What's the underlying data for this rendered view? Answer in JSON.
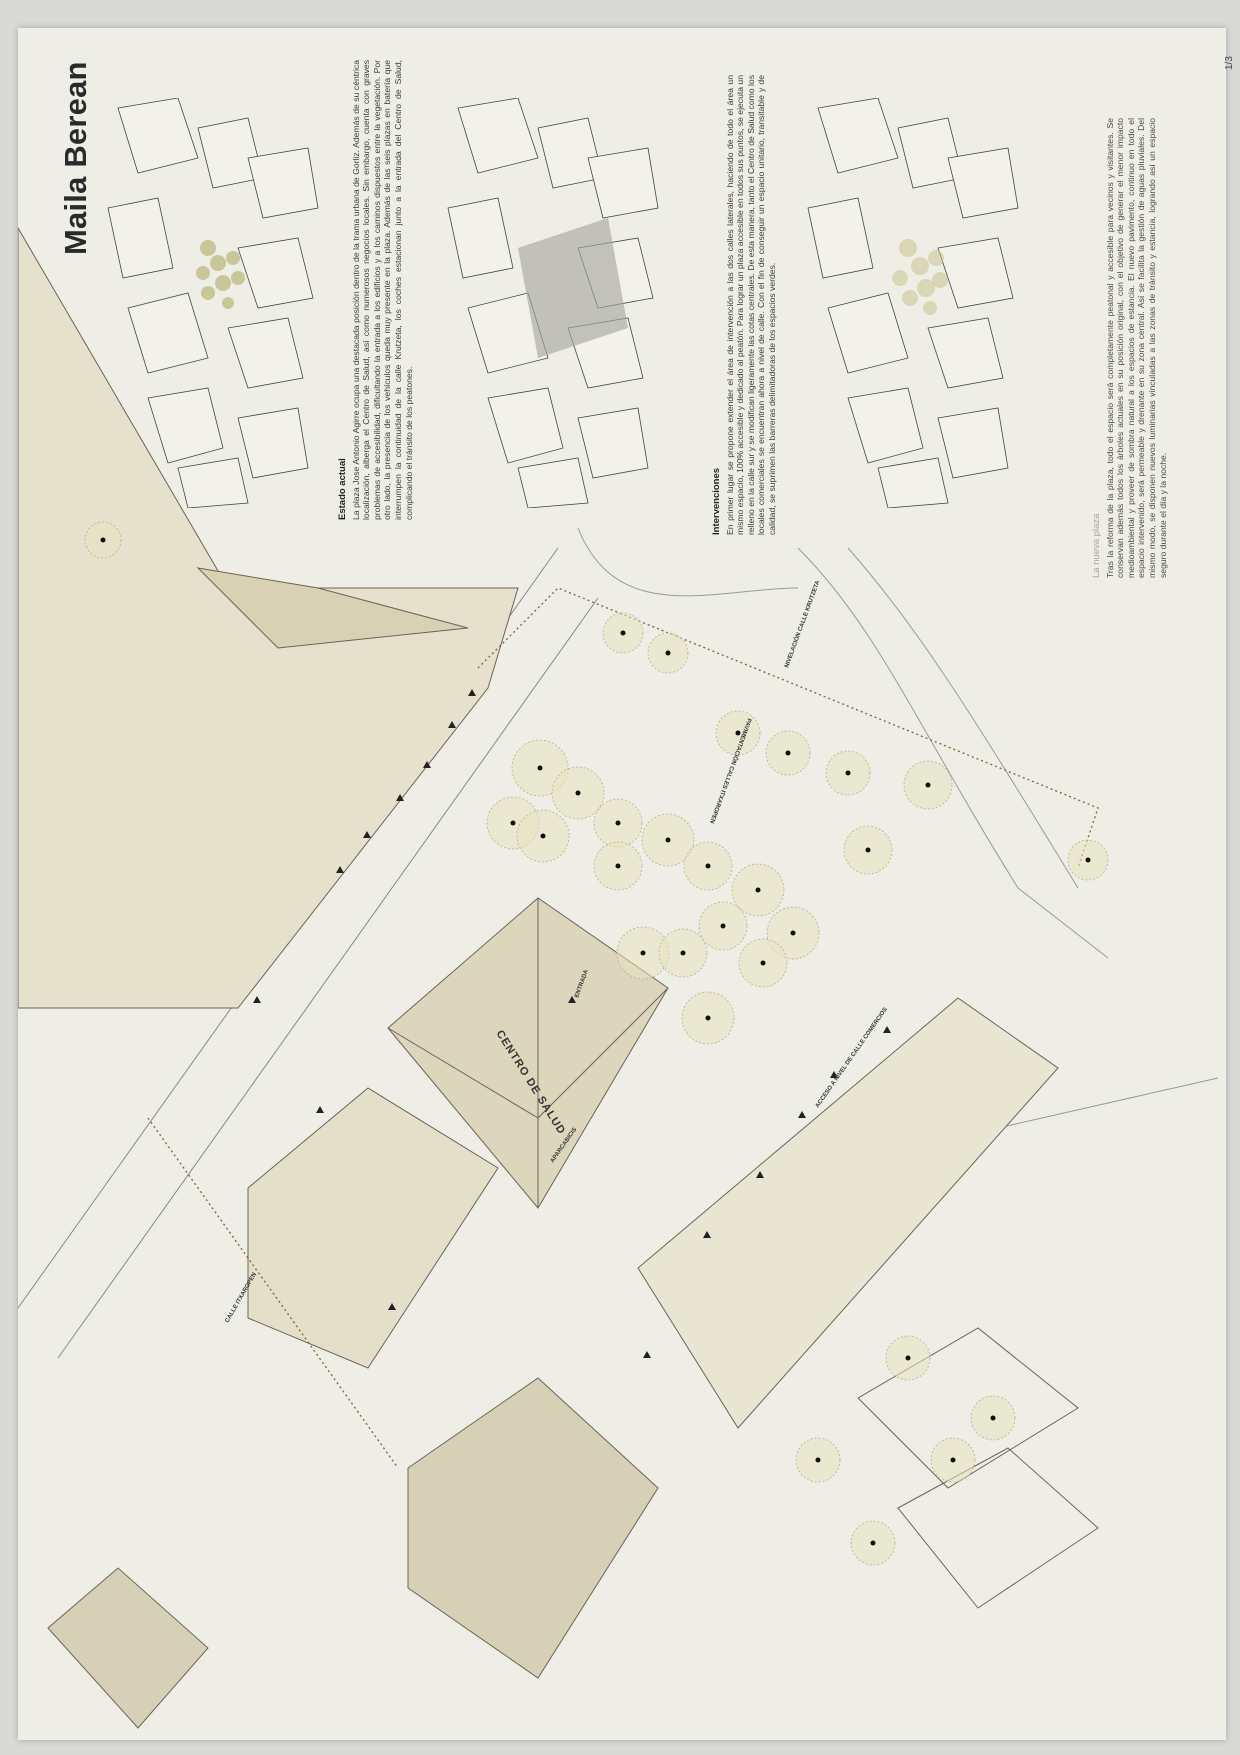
{
  "author": "Maila Berean",
  "page_number": "1/3",
  "sections": [
    {
      "title": "Estado actual",
      "text": "La plaza Jose Antonio Agirre ocupa una destacada posición dentro de la trama urbana de Gorliz. Además de su céntrica localización, alberga el Centro de Salud, así como numerosos negocios locales. Sin embargo, cuenta con graves problemas de accesibilidad, dificultando la entrada a los edificios y a los caminos dispuestos entre la vegetación. Por otro lado, la presencia de los vehículos queda muy presente en la plaza. Además de las seis plazas en batería que interrumpen la continuidad de la calle Krutzeta, los coches estacionan junto a la entrada del Centro de Salud, complicando el tránsito de los peatones."
    },
    {
      "title": "Intervenciones",
      "text": "En primer lugar se propone extender el área de intervención a las dos calles laterales, haciendo de todo el área un mismo espacio, 100% accesible y dedicado al peatón. Para lograr un plaza accesible en todos sus puntos, se ejecuta un relleno en la calle sur y se modifican ligeramente las cotas centrales. De esta manera, tanto el Centro de Salud como los locales comerciales se encuentran ahora a nivel de calle. Con el fin de conseguir un espacio unitario, transitable y de calidad, se suprimen las barreras delimitadoras de los espacios verdes."
    },
    {
      "title": "La nueva plaza",
      "text": "Tras la reforma de la plaza, todo el espacio será completamente peatonal y accesible para vecinos y visitantes. Se conservan además todos los árboles actuales en su posición original, con el objetivo de generar el menor impacto medioambiental y proveer de sombra natural a los espacios de estancia. El nuevo pavimento, continuo en todo el espacio intervenido, será permeable y drenante en su zona central. Así se facilita la gestión de aguas pluviales. Del mismo modo, se disponen nuevos luminarias vinculadas a las zonas de tránsito y estancia, logrando así un espacio seguro durante el día y la noche."
    }
  ],
  "plan_labels": {
    "health_center": "CENTRO DE SALUD",
    "street_itxaropen": "CALLE ITXAROPEN",
    "leveling": "NIVELACIÓN CALLE KRUTZETA",
    "paving": "PAVIMENTACIÓN CALLES ITXAROPEN",
    "access": "ACCESO A NIVEL DE CALLE COMERCIOS",
    "parking": "APARCABICIS",
    "entrance": "ENTRADA"
  },
  "colors": {
    "sheet": "#efeee6",
    "building_fill": "#e4dfc9",
    "tree_fill": "#e6e3c0",
    "path": "#8a6a3a"
  }
}
